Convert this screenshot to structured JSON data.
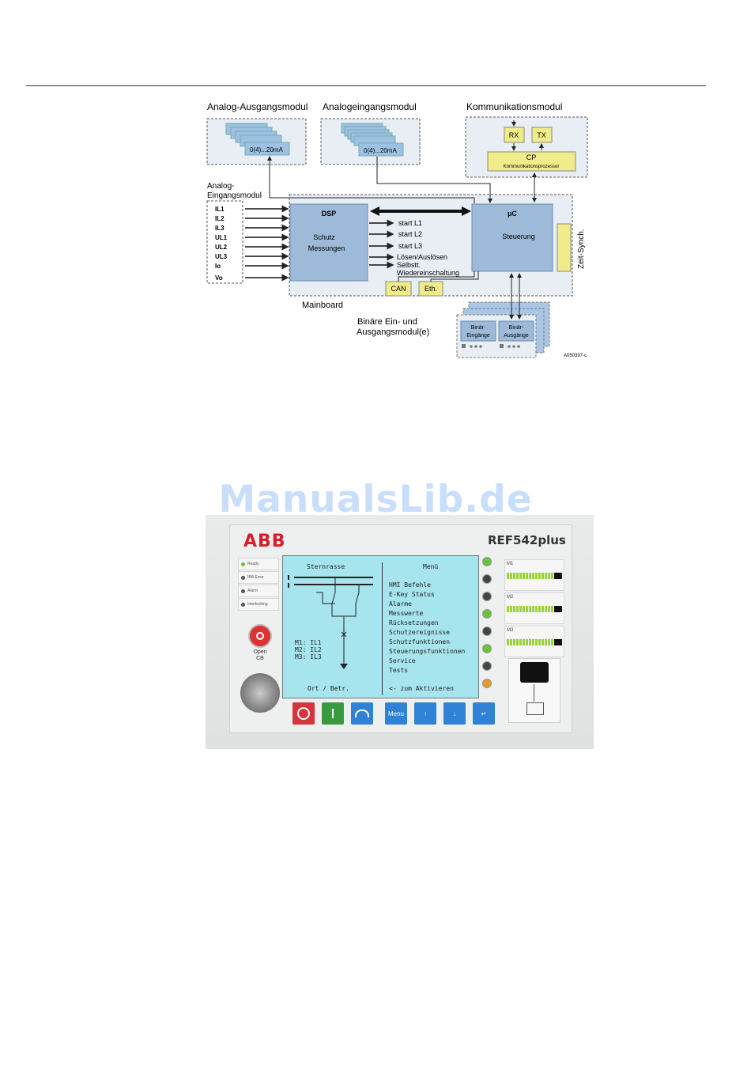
{
  "diagram": {
    "analog_out_title": "Analog-Ausgangsmodul",
    "analog_in_title": "Analogeingangsmodul",
    "comm_title": "Kommunikationsmodul",
    "range_label": "0(4)...20mA",
    "rx": "RX",
    "tx": "TX",
    "cp": "CP",
    "cp_sub": "Kommunikationsprozessor",
    "analog_input_label_1": "Analog-",
    "analog_input_label_2": "Eingangsmodul",
    "inputs": [
      "IL1",
      "IL2",
      "IL3",
      "UL1",
      "UL2",
      "UL3",
      "Io",
      "Vo"
    ],
    "dsp": "DSP",
    "dsp_sub_1": "Schutz",
    "dsp_sub_2": "Messungen",
    "uc": "µC",
    "uc_sub": "Steuerung",
    "signals": [
      "start  L1",
      "start  L2",
      "start  L3",
      "Lösen/Auslösen",
      "Selbstt.",
      "Wiedereinschaltung"
    ],
    "can": "CAN",
    "eth": "Eth.",
    "time_sync": "Zeit-Synch.",
    "mainboard": "Mainboard",
    "binary_title_1": "Binäre Ein- und",
    "binary_title_2": "Ausgangsmodul(e)",
    "bin_in_1": "Binär-",
    "bin_in_2": "Eingänge",
    "bin_out_1": "Binär-",
    "bin_out_2": "Ausgänge",
    "figure_id": "A050397-c"
  },
  "watermark": "ManualsLib.de",
  "device": {
    "brand": "ABB",
    "model": "REF542plus",
    "status_leds": [
      "Ready",
      "IBB Error",
      "Alarm",
      "Interlocking"
    ],
    "open_label_1": "Open",
    "open_label_2": "CB",
    "lcd": {
      "title_left": "Sternrasse",
      "title_right": "Menü",
      "menu": [
        "HMI Befehle",
        "E-Key Status",
        "Alarme",
        "Messwerte",
        "Rücksetzungen",
        "Schutzereignisse",
        "Schutzfunktionen",
        "Steuerungsfunktionen",
        "Service",
        "Tests"
      ],
      "m_lines": [
        "M1: IL1",
        "M2: IL2",
        "M3: IL3"
      ],
      "foot_left": "Ort / Betr.",
      "foot_right": "<- zum Aktivieren"
    },
    "meters": [
      "M1",
      "M2",
      "M3"
    ],
    "menu_key": "Menu"
  }
}
